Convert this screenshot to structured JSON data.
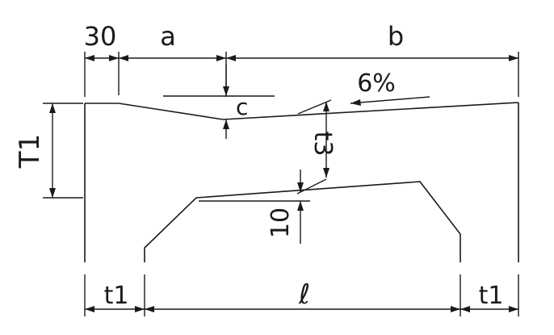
{
  "dimensions": {
    "top_left": "30",
    "a": "a",
    "b": "b",
    "c": "c",
    "slope": "6%",
    "T1": "T1",
    "t3": "t3",
    "ten": "10",
    "t1_left": "t1",
    "ell": "ℓ",
    "t1_right": "t1"
  }
}
